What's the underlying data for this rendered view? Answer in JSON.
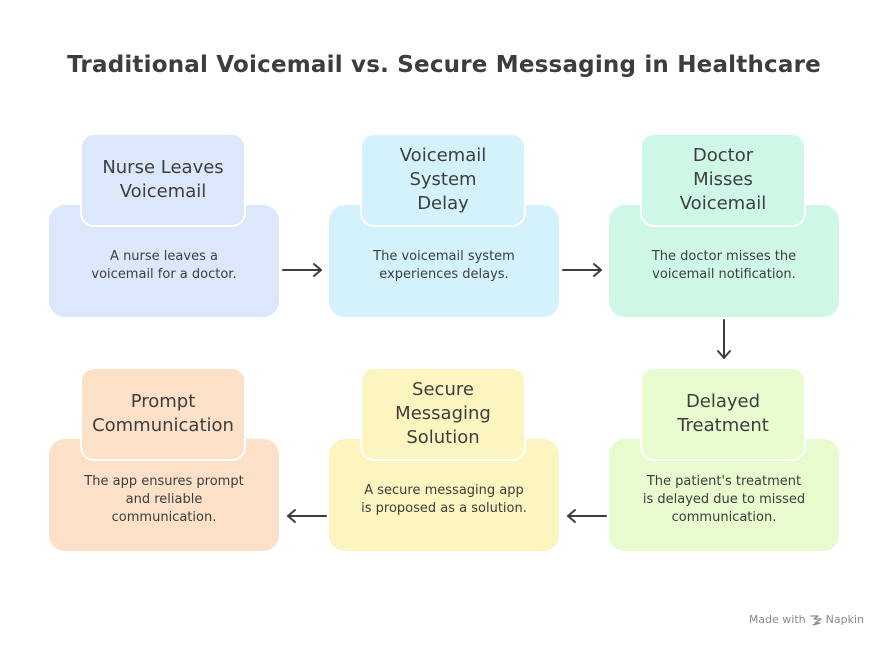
{
  "title": "Traditional Voicemail vs. Secure Messaging in Healthcare",
  "steps": [
    {
      "heading": "Nurse Leaves\nVoicemail",
      "description": "A nurse leaves a\nvoicemail for a doctor.",
      "body_color": "#dce7fc",
      "tab_color": "#dce7fc"
    },
    {
      "heading": "Voicemail\nSystem\nDelay",
      "description": "The voicemail system\nexperiences delays.",
      "body_color": "#d3f2fb",
      "tab_color": "#d3f2fb"
    },
    {
      "heading": "Doctor\nMisses\nVoicemail",
      "description": "The doctor misses the\nvoicemail notification.",
      "body_color": "#cff7e6",
      "tab_color": "#cff7e6"
    },
    {
      "heading": "Delayed\nTreatment",
      "description": "The patient's treatment\nis delayed due to missed\ncommunication.",
      "body_color": "#e8fbcf",
      "tab_color": "#e8fbcf"
    },
    {
      "heading": "Secure\nMessaging\nSolution",
      "description": "A secure messaging app\nis proposed as a solution.",
      "body_color": "#fdf5c0",
      "tab_color": "#fdf5c0"
    },
    {
      "heading": "Prompt\nCommunication",
      "description": "The app ensures prompt\nand reliable\ncommunication.",
      "body_color": "#fde0c8",
      "tab_color": "#fde0c8"
    }
  ],
  "arrow_color": "#3d3d3d",
  "footer": {
    "made_with": "Made with",
    "brand": "Napkin",
    "icon": "napkin-logo-icon"
  }
}
